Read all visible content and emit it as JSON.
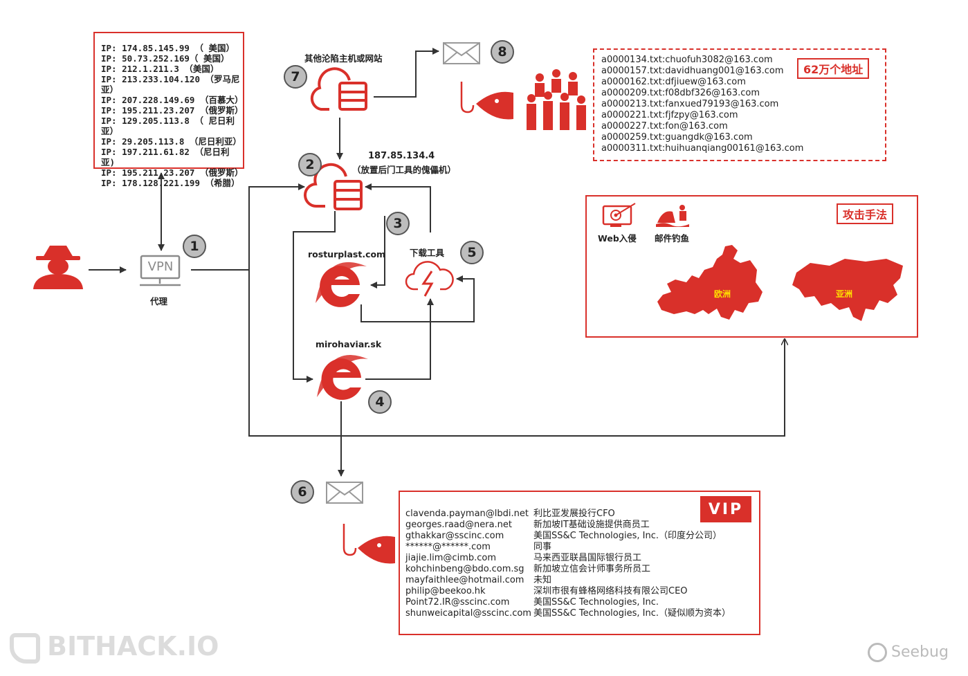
{
  "ip_box": {
    "lines": [
      "IP: 174.85.145.99 （ 美国）",
      "IP: 50.73.252.169（ 美国）",
      "IP: 212.1.211.3 （美国）",
      "IP: 213.233.104.120 （罗马尼亚）",
      "IP: 207.228.149.69 （百慕大）",
      "IP: 195.211.23.207 （俄罗斯）",
      "IP: 129.205.113.8 （ 尼日利亚）",
      "IP: 29.205.113.8 （尼日利亚）",
      "IP: 197.211.61.82 （尼日利亚)",
      "IP: 195.211.23.207 （俄罗斯）",
      "IP: 178.128.221.199 （希腊）"
    ]
  },
  "nodes": {
    "other_hosts": "其他沦陷主机或网站",
    "server_ip": "187.85.134.4",
    "server_desc": "（放置后门工具的傀儡机）",
    "vpn_text": "VPN",
    "proxy": "代理",
    "rosturplast": "rosturplast.com",
    "download_tool": "下载工具",
    "mirohaviar": "mirohaviar.sk"
  },
  "steps": [
    "1",
    "2",
    "3",
    "4",
    "5",
    "6",
    "7",
    "8"
  ],
  "targets_box": {
    "tag": "62万个地址",
    "lines": [
      "a0000134.txt:chuofuh3082@163.com",
      "a0000157.txt:davidhuang001@163.com",
      "a0000162.txt:dfjiuew@163.com",
      "a0000209.txt:f08dbf326@163.com",
      "a0000213.txt:fanxued79193@163.com",
      "a0000221.txt:fjfzpy@163.com",
      "a0000227.txt:fon@163.com",
      "a0000259.txt:guangdk@163.com",
      "a0000311.txt:huihuanqiang00161@163.com"
    ]
  },
  "attack_box": {
    "tag": "攻击手法",
    "web": "Web入侵",
    "phish": "邮件钓鱼",
    "europe": "欧洲",
    "asia": "亚洲"
  },
  "vip_box": {
    "tag": "VIP",
    "rows": [
      {
        "email": "clavenda.payman@lbdi.net",
        "desc": "利比亚发展投行CFO"
      },
      {
        "email": "georges.raad@nera.net",
        "desc": "新加坡IT基础设施提供商员工"
      },
      {
        "email": "gthakkar@sscinc.com",
        "desc": "美国SS&C Technologies, Inc.（印度分公司）"
      },
      {
        "email": "******@******.com",
        "desc": "同事"
      },
      {
        "email": "jiajie.lim@cimb.com",
        "desc": "马来西亚联昌国际银行员工"
      },
      {
        "email": "kohchinbeng@bdo.com.sg",
        "desc": "新加坡立信会计师事务所员工"
      },
      {
        "email": "mayfaithlee@hotmail.com",
        "desc": "未知"
      },
      {
        "email": "philip@beekoo.hk",
        "desc": "深圳市很有蜂格网络科技有限公司CEO"
      },
      {
        "email": "Point72.IR@sscinc.com",
        "desc": "美国SS&C Technologies, Inc."
      },
      {
        "email": "shunweicapital@sscinc.com",
        "desc": "美国SS&C Technologies, Inc.（疑似顺为资本）"
      }
    ]
  },
  "watermarks": {
    "left": "BITHACK.IO",
    "right": "Seebug"
  },
  "colors": {
    "accent": "#d9302a",
    "line": "#333333",
    "badge": "#bdbdbd"
  }
}
